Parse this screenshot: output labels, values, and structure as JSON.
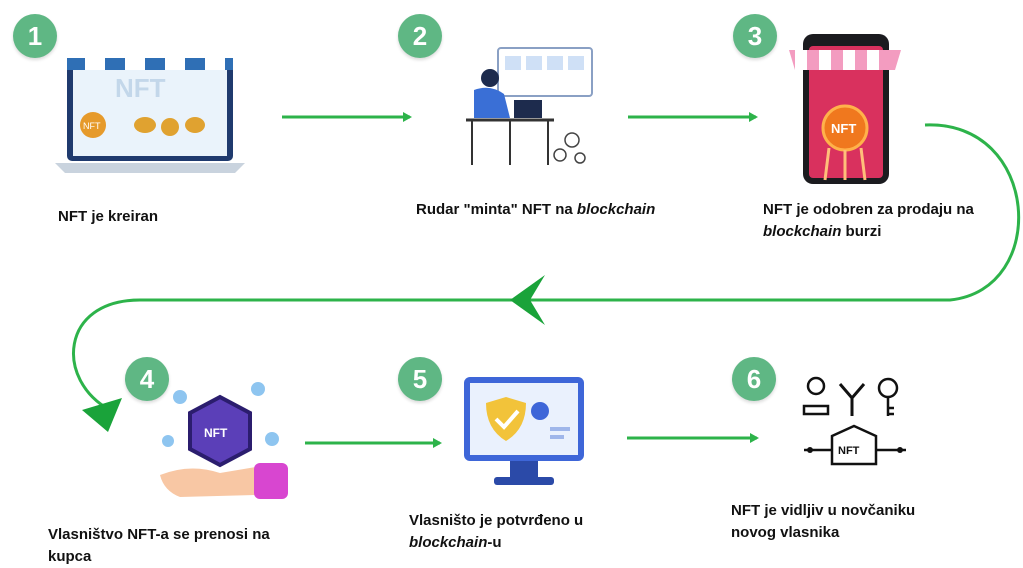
{
  "steps": [
    {
      "number": "1",
      "caption": "NFT je kreiran",
      "screen_label": "NFT",
      "coin_label": "NFT"
    },
    {
      "number": "2",
      "caption_a": "Rudar \"minta\" NFT na ",
      "caption_b": "blockchain"
    },
    {
      "number": "3",
      "caption_line1": "NFT je odobren za prodaju na",
      "caption_line2_italic": "blockchain",
      "caption_line2_rest": " burzi",
      "coin_label": "NFT"
    },
    {
      "number": "4",
      "caption_line1": "Vlasništvo NFT-a se prenosi na",
      "caption_line2": "kupca",
      "token_label": "NFT"
    },
    {
      "number": "5",
      "caption_line1": "Vlasništo je potvrđeno u",
      "caption_line2_italic": "blockchain",
      "caption_line2_rest": "-u"
    },
    {
      "number": "6",
      "caption_line1": "NFT je vidljiv u novčaniku",
      "caption_line2": "novog vlasnika",
      "box_label": "NFT"
    }
  ],
  "colors": {
    "arrow": "#2db34a",
    "badge": "#5fb784",
    "big_chevron": "#1aa33a"
  }
}
